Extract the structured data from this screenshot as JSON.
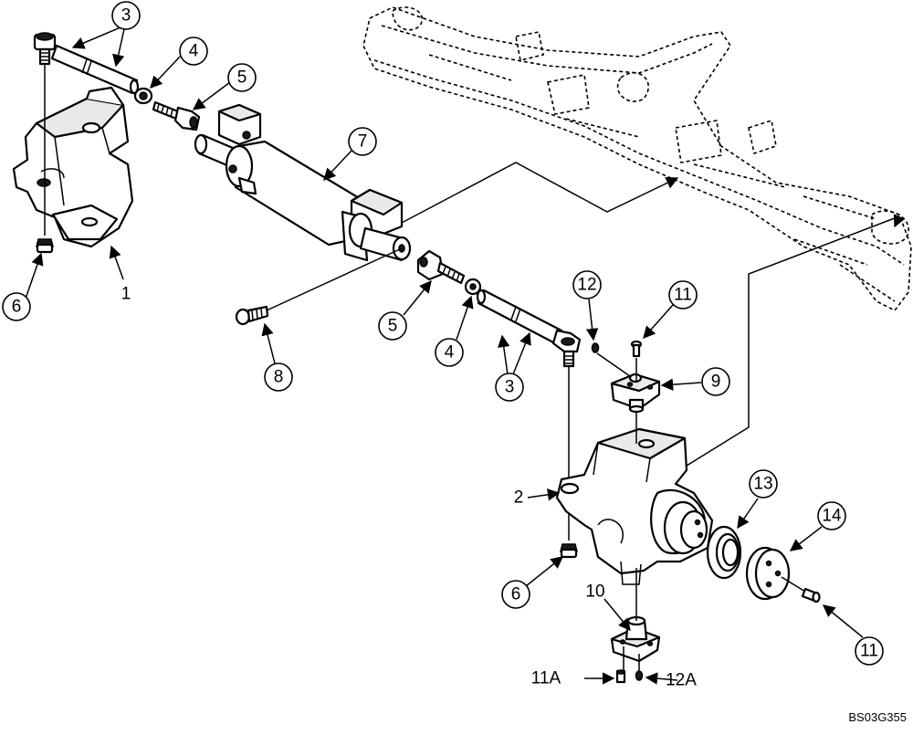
{
  "drawing_code": "BS03G355",
  "callouts": {
    "c1": "1",
    "c2": "2",
    "c3a": "3",
    "c3b": "3",
    "c4a": "4",
    "c4b": "4",
    "c5a": "5",
    "c5b": "5",
    "c6a": "6",
    "c6b": "6",
    "c7": "7",
    "c8": "8",
    "c9": "9",
    "c10": "10",
    "c11a": "11",
    "c11b": "11",
    "c11c": "11A",
    "c12": "12",
    "c12a": "12A",
    "c13": "13",
    "c14": "14"
  }
}
